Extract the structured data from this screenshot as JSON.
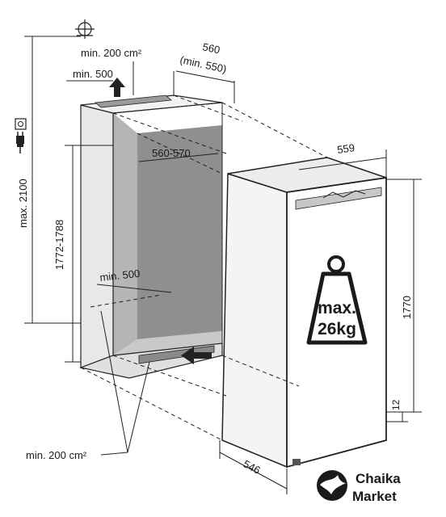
{
  "labels": {
    "vent_top_area": "min. 200 cm²",
    "vent_top_depth": "min. 500",
    "niche_depth": "560",
    "niche_depth_min": "(min. 550)",
    "niche_width": "560-570",
    "niche_height": "1772-1788",
    "max_height": "max. 2100",
    "inner_min_depth": "min. 500",
    "vent_bottom_area": "min. 200 cm²",
    "appliance_width": "559",
    "appliance_height": "1770",
    "appliance_depth": "546",
    "plinth_gap": "12",
    "door_load_line1": "max.",
    "door_load_line2": "26kg"
  },
  "brand": {
    "line1": "Chaika",
    "line2": "Market"
  },
  "icons": [
    "crosshair-icon",
    "socket-icon",
    "plug-icon",
    "weight-icon",
    "arrow-up-icon",
    "arrow-left-icon",
    "bird-logo-icon"
  ]
}
